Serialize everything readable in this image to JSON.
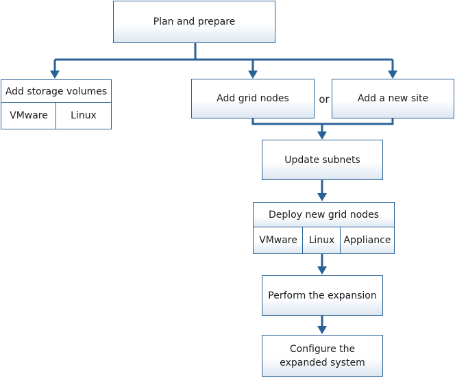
{
  "colors": {
    "stroke": "#2a6195",
    "box_fill": "#ffffff",
    "box_gradient_end": "#dde7f1"
  },
  "diagram": {
    "plan": "Plan and prepare",
    "storage_volumes": {
      "title": "Add storage volumes",
      "options": [
        "VMware",
        "Linux"
      ]
    },
    "grid_nodes": "Add grid nodes",
    "or": "or",
    "new_site": "Add a new site",
    "update_subnets": "Update subnets",
    "deploy": {
      "title": "Deploy new grid nodes",
      "options": [
        "VMware",
        "Linux",
        "Appliance"
      ]
    },
    "perform": "Perform the expansion",
    "configure_line1": "Configure the",
    "configure_line2": "expanded system"
  }
}
